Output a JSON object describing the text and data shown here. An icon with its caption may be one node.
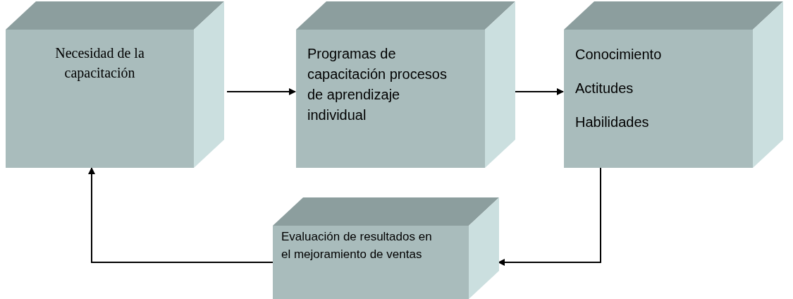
{
  "diagram": {
    "nodes": [
      {
        "text": [
          "Necesidad de la capacitación"
        ]
      },
      {
        "text": [
          "Programas de capacitación procesos de aprendizaje individual"
        ]
      },
      {
        "text": [
          "Conocimiento",
          "Actitudes",
          "Habilidades"
        ]
      },
      {
        "text": [
          "Evaluación de resultados en el mejoramiento de ventas"
        ]
      }
    ],
    "edges": [
      {
        "from": 0,
        "to": 1,
        "arrow": "to"
      },
      {
        "from": 1,
        "to": 2,
        "arrow": "to"
      },
      {
        "from": 2,
        "to": 3,
        "arrow": "to"
      },
      {
        "from": 3,
        "to": 0,
        "arrow": "to"
      }
    ]
  }
}
